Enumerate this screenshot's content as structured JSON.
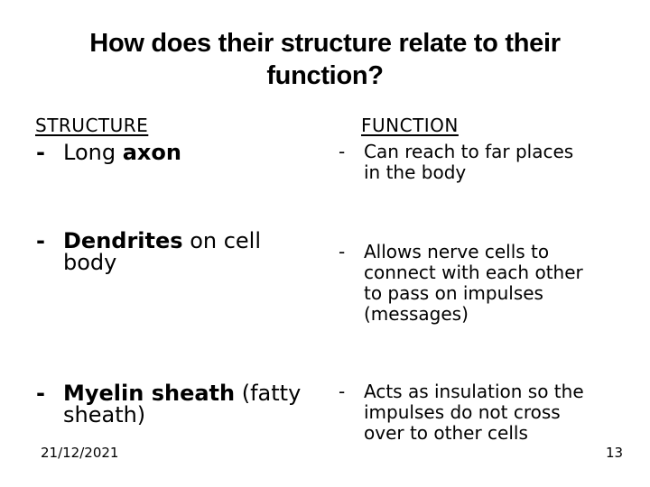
{
  "slide": {
    "title": "How does their structure relate to their\nfunction?",
    "bullet_char": "-",
    "colors": {
      "background": "#ffffff",
      "text": "#000000"
    },
    "columns": {
      "structure": {
        "header": "STRUCTURE",
        "items": [
          {
            "segments": [
              {
                "text": "Long ",
                "bold": false
              },
              {
                "text": "axon",
                "bold": true
              }
            ]
          },
          {
            "segments": [
              {
                "text": "Dendrites",
                "bold": true
              },
              {
                "text": " on cell\nbody",
                "bold": false
              }
            ]
          },
          {
            "segments": [
              {
                "text": "Myelin sheath",
                "bold": true
              },
              {
                "text": " (fatty\nsheath)",
                "bold": false
              }
            ]
          }
        ]
      },
      "function": {
        "header": "FUNCTION",
        "items": [
          {
            "segments": [
              {
                "text": "Can reach to far places\nin the body",
                "bold": false
              }
            ]
          },
          {
            "segments": [
              {
                "text": "Allows nerve cells to\nconnect with each other\nto pass on impulses\n(messages)",
                "bold": false
              }
            ]
          },
          {
            "segments": [
              {
                "text": "Acts as insulation so the\nimpulses do not cross\nover to other cells",
                "bold": false
              }
            ]
          }
        ]
      }
    },
    "footer": {
      "date": "21/12/2021",
      "page_number": "13"
    }
  }
}
